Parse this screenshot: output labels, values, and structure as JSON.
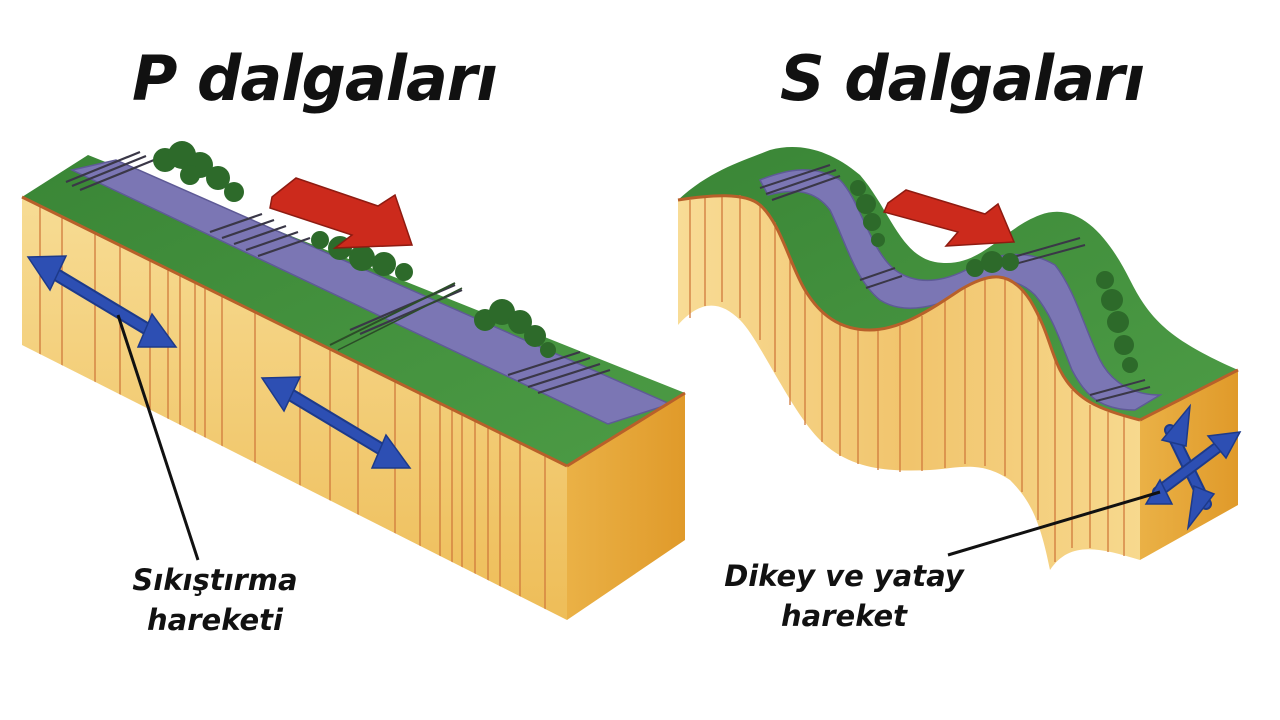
{
  "p_panel": {
    "title": "P dalgaları",
    "callout_line1": "Sıkıştırma",
    "callout_line2": "hareketi"
  },
  "s_panel": {
    "title": "S dalgaları",
    "callout_line1": "Dikey ve yatay",
    "callout_line2": "hareket"
  },
  "colors": {
    "grass": "#3f8f3c",
    "road": "#7b76b4",
    "soil_front": "#f2cf7a",
    "soil_side": "#e9ac3a",
    "direction_arrow": "#cc2a1c",
    "motion_arrow": "#2d4fb3",
    "callout_line": "#111111"
  },
  "icons": [
    "propagation-arrow",
    "double-headed-arrow",
    "four-way-arrow",
    "bush"
  ]
}
